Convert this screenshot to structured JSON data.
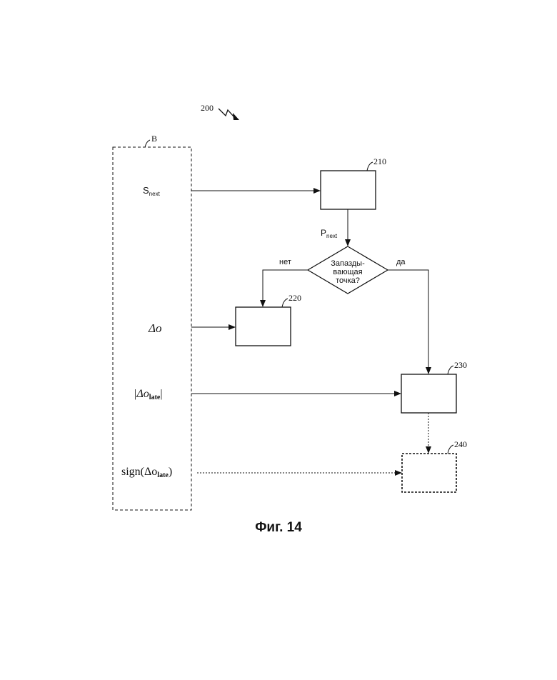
{
  "figure": {
    "ref_main": "200",
    "ref_input_block": "B",
    "caption": "Фиг. 14"
  },
  "inputs": {
    "s_next_base": "S",
    "s_next_sub": "next",
    "delta_o": "Δo",
    "abs_delta_o_late_prefix": "|Δo",
    "abs_delta_o_late_sub": "late",
    "abs_delta_o_late_suffix": "|",
    "sign_prefix": "sign(Δo",
    "sign_sub": "late",
    "sign_suffix": ")"
  },
  "blocks": {
    "b210": "210",
    "b220": "220",
    "b230": "230",
    "b240": "240"
  },
  "decision": {
    "line1": "Запазды-",
    "line2": "вающая",
    "line3": "точка?",
    "no_label": "нет",
    "yes_label": "да"
  },
  "p_next": {
    "base": "P",
    "sub": "next"
  },
  "colors": {
    "stroke": "#111111",
    "background": "#ffffff"
  }
}
